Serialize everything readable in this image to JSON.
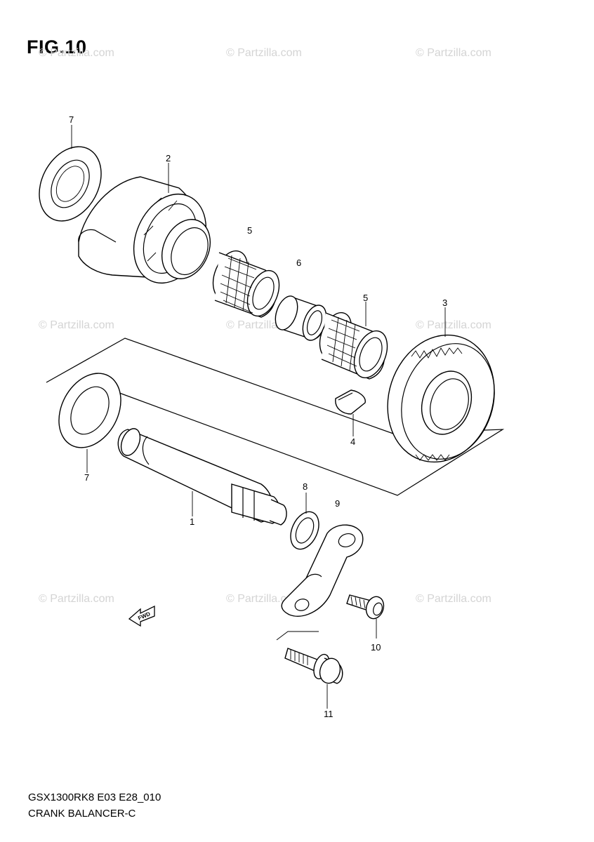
{
  "figure": {
    "title": "FIG.10"
  },
  "watermark": {
    "text": "© Partzilla.com"
  },
  "callouts": {
    "p1": "1",
    "p2": "2",
    "p3": "3",
    "p4": "4",
    "p5a": "5",
    "p5b": "5",
    "p6": "6",
    "p7a": "7",
    "p7b": "7",
    "p8": "8",
    "p9": "9",
    "p10": "10",
    "p11": "11"
  },
  "front_marker": {
    "label": "FWD",
    "icon": "front-arrow-icon"
  },
  "footer": {
    "code": "GSX1300RK8 E03 E28_010",
    "name": "CRANK BALANCER-C"
  }
}
